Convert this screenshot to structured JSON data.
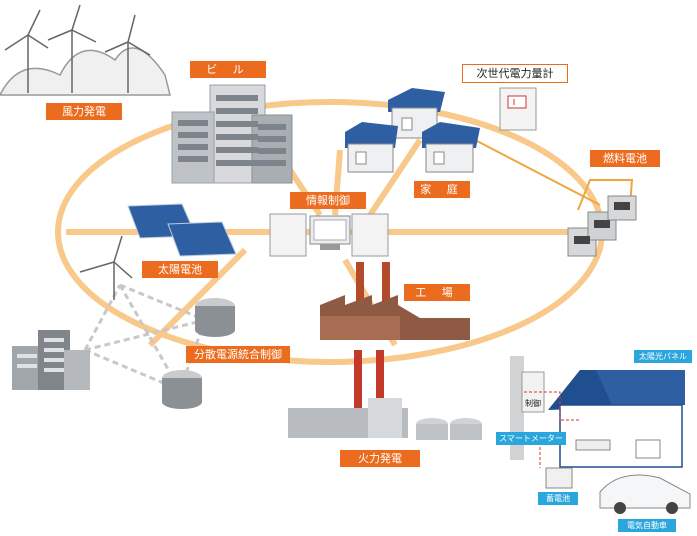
{
  "labels": {
    "wind_power": "風力発電",
    "building": "ビ ル",
    "next_gen_meter": "次世代電力量計",
    "home": "家 庭",
    "fuel_cell": "燃料電池",
    "info_control": "情報制御",
    "solar": "太陽電池",
    "factory": "工 場",
    "distributed_control": "分散電源統合制御",
    "thermal_power": "火力発電"
  },
  "inset": {
    "solar_panel": "太陽光パネル",
    "control": "制御",
    "smart_meter": "スマートメーター",
    "storage_battery": "蓄電池",
    "electric_vehicle": "電気自動車"
  },
  "colors": {
    "orange": "#ec6c1f",
    "ring": "#f8c98a",
    "inset_blue": "#2aa6dd",
    "building_gray": "#8f9499",
    "solar_blue": "#2f5fa3"
  }
}
